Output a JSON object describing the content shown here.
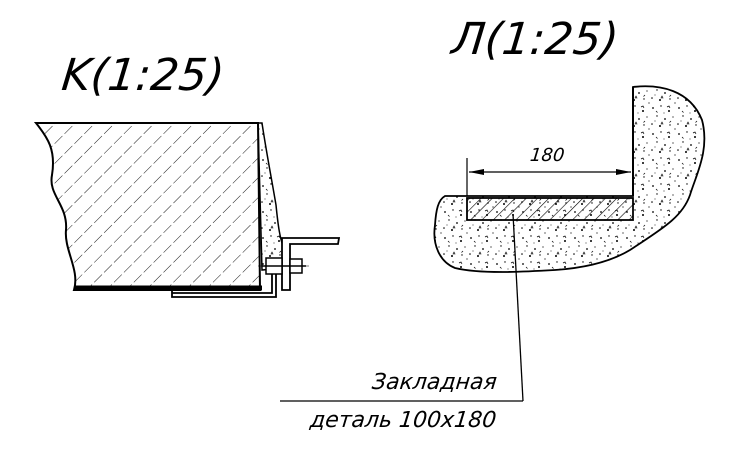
{
  "views": {
    "k": {
      "title": "K(1:25)"
    },
    "l": {
      "title": "Л(1:25)"
    }
  },
  "dimension": {
    "value": "180"
  },
  "leader_note": {
    "line1": "Закладная",
    "line2": "деталь 100х180"
  }
}
